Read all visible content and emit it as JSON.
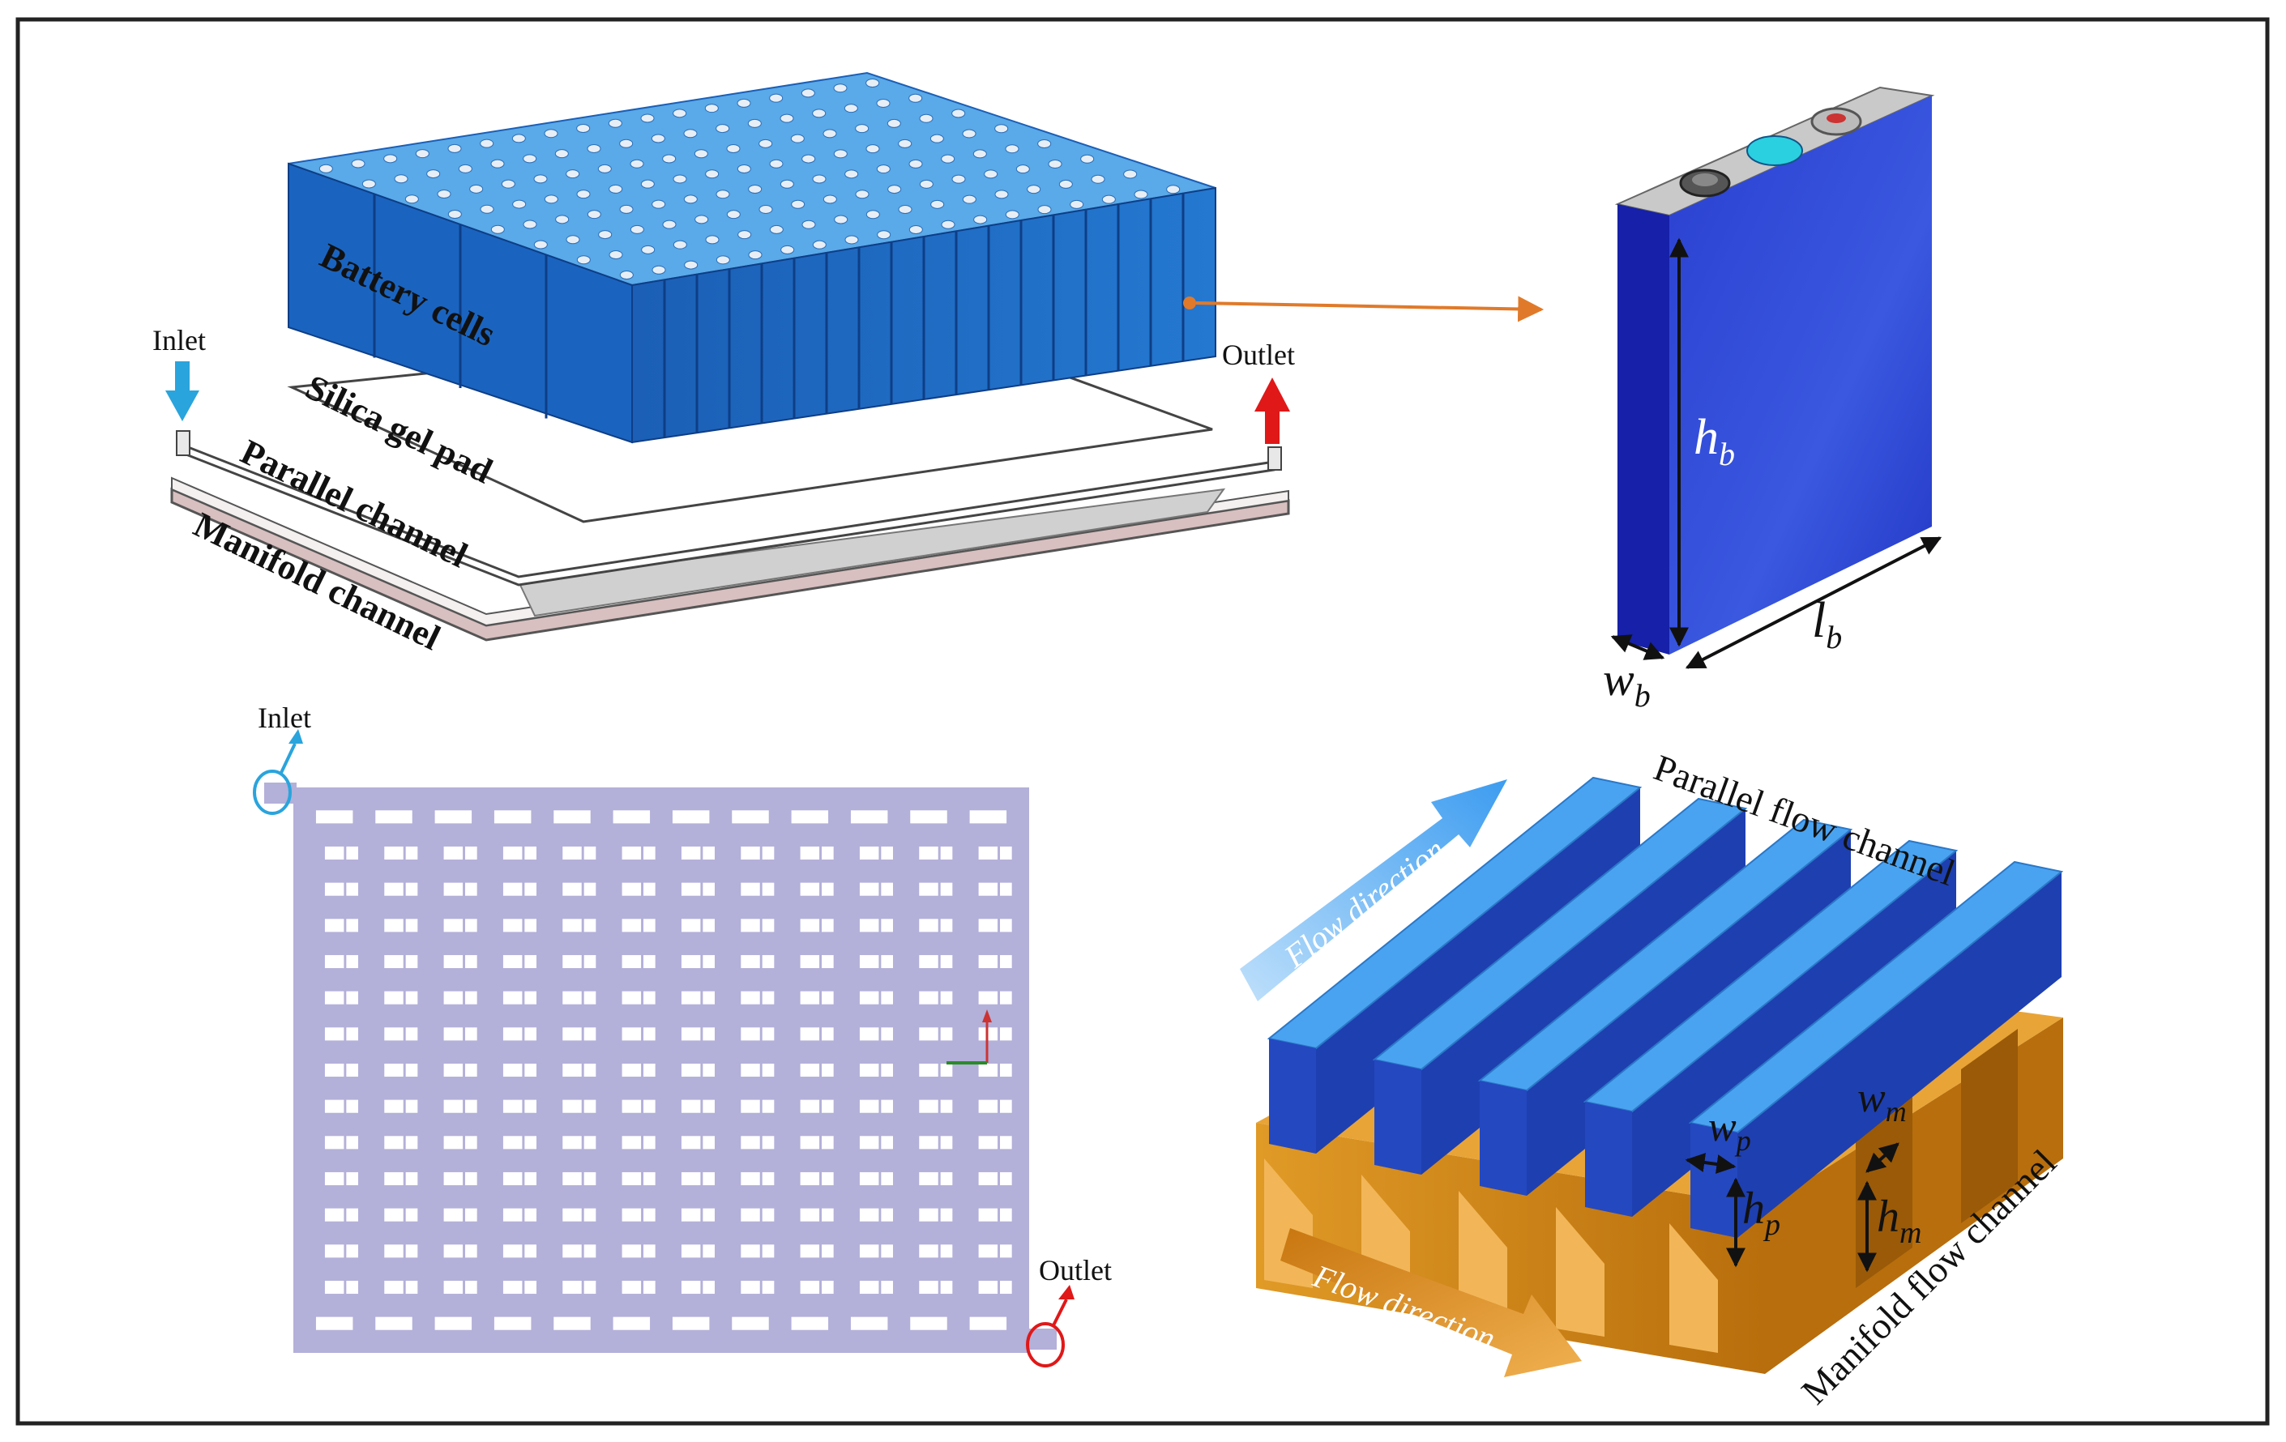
{
  "exploded_view": {
    "inlet_label": "Inlet",
    "outlet_label": "Outlet",
    "layers": [
      "Battery cells",
      "Silica gel pad",
      "Parallel channel",
      "Manifold channel"
    ]
  },
  "cell_detail": {
    "height_symbol": "h",
    "height_sub": "b",
    "length_symbol": "l",
    "length_sub": "b",
    "width_symbol": "w",
    "width_sub": "b"
  },
  "top_view": {
    "inlet_label": "Inlet",
    "outlet_label": "Outlet",
    "grid_rows": 15,
    "grid_cols": 12
  },
  "channel_detail": {
    "parallel_label": "Parallel  flow channel",
    "manifold_label": "Manifold  flow channel",
    "flow_direction_top": "Flow  direction",
    "flow_direction_bottom": "Flow  direction",
    "wp_symbol": "w",
    "wp_sub": "p",
    "wm_symbol": "w",
    "wm_sub": "m",
    "hp_symbol": "h",
    "hp_sub": "p",
    "hm_symbol": "h",
    "hm_sub": "m"
  },
  "colors": {
    "cell_blue": "#1f6fc4",
    "cell_dark": "#1a3db5",
    "channel_light": "#4aa3f0",
    "channel_dark": "#1e3fb0",
    "manifold_orange": "#d08818",
    "grid_fill": "#b3b0d9",
    "inlet_blue": "#2aa4dc",
    "outlet_red": "#e01818"
  }
}
